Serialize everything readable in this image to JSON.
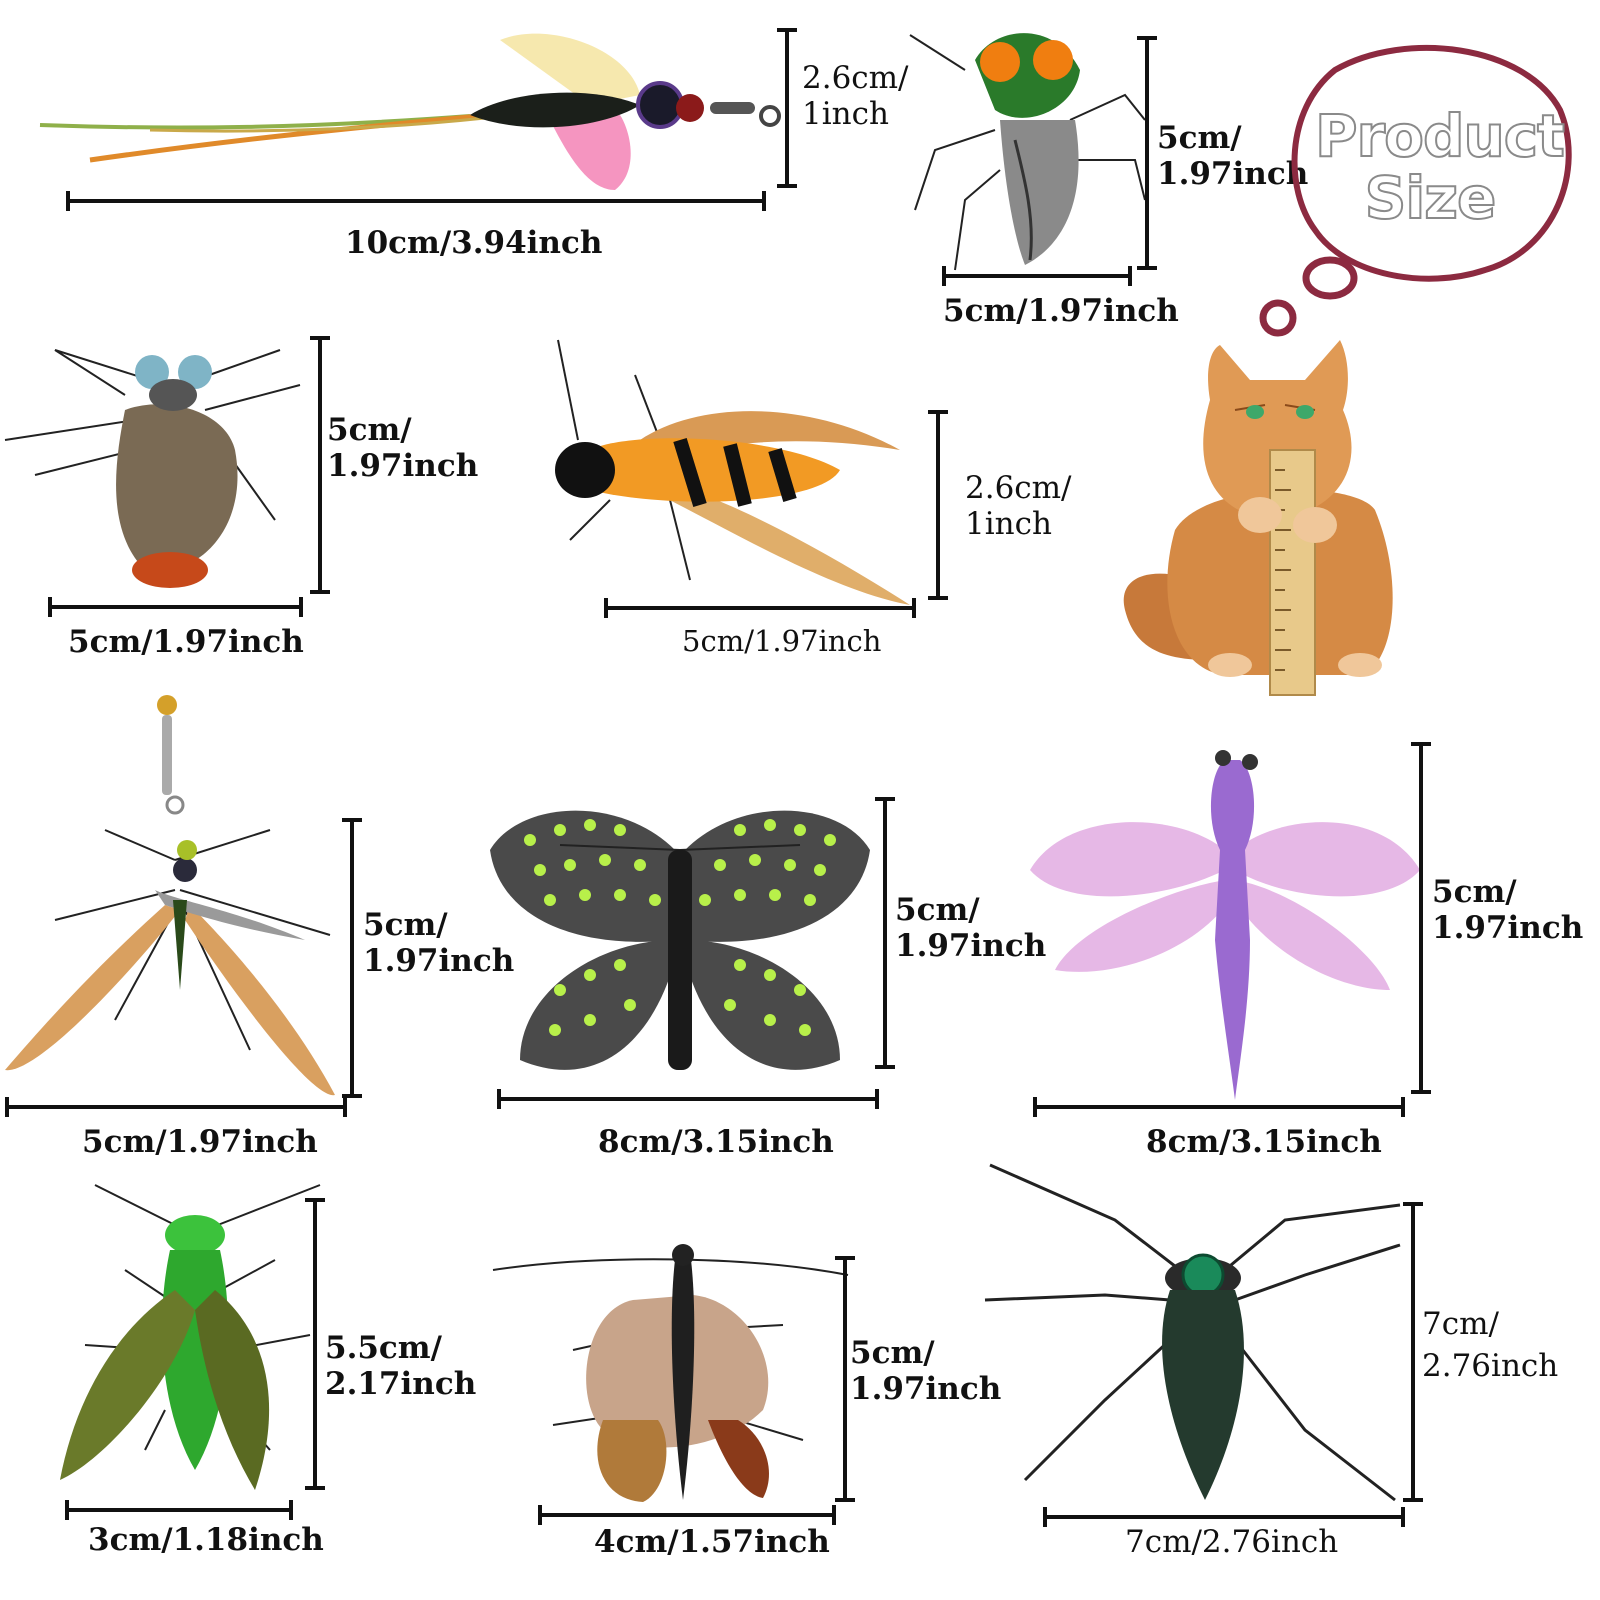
{
  "title": "Product Size",
  "products": [
    {
      "id": "fly-long-tail",
      "width": "10cm/3.94inch",
      "height_cm": "2.6cm/",
      "height_in": "1inch"
    },
    {
      "id": "orange-eye-fly",
      "width": "5cm/1.97inch",
      "height_cm": "5cm/",
      "height_in": "1.97inch"
    },
    {
      "id": "blue-eye-mosquito",
      "width": "5cm/1.97inch",
      "height_cm": "5cm/",
      "height_in": "1.97inch"
    },
    {
      "id": "bee",
      "width": "5cm/1.97inch",
      "height_cm": "2.6cm/",
      "height_in": "1inch"
    },
    {
      "id": "bell-bug",
      "width": "5cm/1.97inch",
      "height_cm": "5cm/",
      "height_in": "1.97inch"
    },
    {
      "id": "spotted-butterfly",
      "width": "8cm/3.15inch",
      "height_cm": "5cm/",
      "height_in": "1.97inch"
    },
    {
      "id": "purple-dragonfly",
      "width": "8cm/3.15inch",
      "height_cm": "5cm/",
      "height_in": "1.97inch"
    },
    {
      "id": "green-beetle",
      "width": "3cm/1.18inch",
      "height_cm": "5.5cm/",
      "height_in": "2.17inch"
    },
    {
      "id": "brown-moth",
      "width": "4cm/1.57inch",
      "height_cm": "5cm/",
      "height_in": "1.97inch"
    },
    {
      "id": "green-head-bug",
      "width": "7cm/2.76inch",
      "height_cm": "7cm/",
      "height_in": "2.76inch"
    }
  ],
  "colors": {
    "bubble": "#8c2a40",
    "ink": "#111111"
  },
  "icons": [
    "cat-holding-ruler-illustration",
    "thought-bubble-icon"
  ]
}
